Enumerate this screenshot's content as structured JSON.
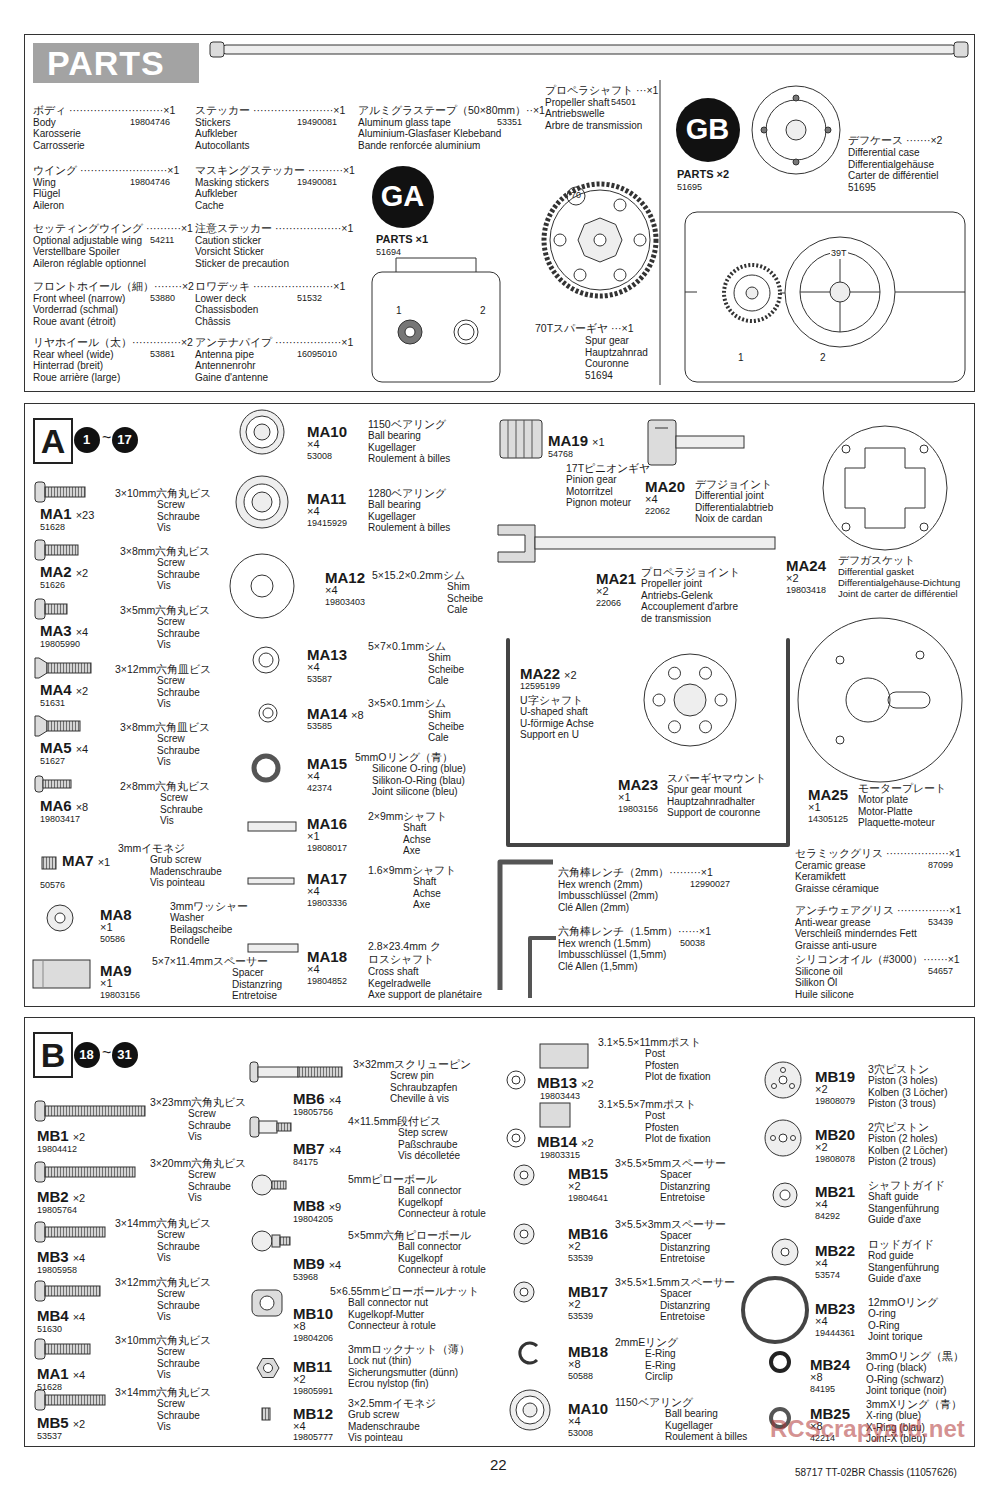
{
  "diagram": {
    "nodes": [
      {
        "text": [
          "PARTS"
        ]
      },
      {
        "text": [
          "GA"
        ],
        "in": 0
      },
      {
        "text": [
          "GB"
        ],
        "in": 0
      },
      {
        "text": [
          "A"
        ]
      },
      {
        "text": [
          "1"
        ],
        "in": 3
      },
      {
        "text": [
          "17"
        ],
        "in": 3
      },
      {
        "text": [
          "B"
        ]
      },
      {
        "text": [
          "18"
        ],
        "in": 6
      },
      {
        "text": [
          "31"
        ],
        "in": 6
      }
    ],
    "labels": [
      "ボディ ···························×1",
      "Body",
      "Karosserie",
      "Carrosserie",
      "19804746",
      "ウイング ·························×1",
      "Wing",
      "Flügel",
      "Aileron",
      "19804746",
      "セッティングウイング ··········×1",
      "Optional adjustable wing",
      "Verstellbare Spoiler",
      "Aileron réglable optionnel",
      "54211",
      "フロントホイール（細）········×2",
      "Front wheel (narrow)",
      "Vorderrad (schmal)",
      "Roue avant (étroit)",
      "53880",
      "リヤホイール（太）··············×2",
      "Rear wheel (wide)",
      "Hinterrad (breit)",
      "Roue arrière (large)",
      "53881",
      "ステッカー ·······················×1",
      "Stickers",
      "Aufkleber",
      "Autocollants",
      "19490081",
      "マスキングステッカー ··········×1",
      "Masking stickers",
      "Aufkleber",
      "Cache",
      "19490081",
      "注意ステッカー ···················×1",
      "Caution sticker",
      "Vorsicht Sticker",
      "Sticker de precaution",
      "ロワデッキ ·······················×1",
      "Lower deck",
      "Chassisboden",
      "Châssis",
      "51532",
      "アンテナパイプ ···················×1",
      "Antenna pipe",
      "Antennenrohr",
      "Gaine d'antenne",
      "16095010",
      "アルミグラステープ（50×80mm）··×1",
      "Aluminum glass tape",
      "Aluminium-Glasfaser Klebeband",
      "Bande renforcée aluminium",
      "53351",
      "プロペラシャフト ···×1",
      "Propeller shaft",
      "Antriebswelle",
      "Arbre de transmission",
      "54501",
      "PARTS ×1",
      "51694",
      "1",
      "2",
      "70",
      "70Tスパーギヤ ···×1",
      "Spur gear",
      "Hauptzahnrad",
      "Couronne",
      "51694",
      "PARTS ×2",
      "51695",
      "デフケース ·······×2",
      "Differential case",
      "Differentialgehäuse",
      "Carter de différentiel",
      "51695",
      "39T",
      "1",
      "2",
      "~",
      "MA1",
      "×23",
      "51628",
      "3×10mm六角丸ビス",
      "Screw",
      "Schraube",
      "Vis",
      "MA2",
      "×2",
      "51626",
      "3×8mm六角丸ビス",
      "Screw",
      "Schraube",
      "Vis",
      "MA3",
      "×4",
      "19805990",
      "3×5mm六角丸ビス",
      "Screw",
      "Schraube",
      "Vis",
      "MA4",
      "×2",
      "51631",
      "3×12mm六角皿ビス",
      "Screw",
      "Schraube",
      "Vis",
      "MA5",
      "×4",
      "51627",
      "3×8mm六角皿ビス",
      "Screw",
      "Schraube",
      "Vis",
      "MA6",
      "×8",
      "19803417",
      "2×8mm六角丸ビス",
      "Screw",
      "Schraube",
      "Vis",
      "MA7",
      "×1",
      "50576",
      "3mmイモネジ",
      "Grub screw",
      "Madenschraube",
      "Vis pointeau",
      "MA8",
      "×1",
      "50586",
      "3mmワッシャー",
      "Washer",
      "Beilagscheibe",
      "Rondelle",
      "MA9",
      "×1",
      "19803156",
      "5×7×11.4mmスペーサー",
      "Spacer",
      "Distanzring",
      "Entretoise",
      "MA10",
      "×4",
      "53008",
      "1150ベアリング",
      "Ball bearing",
      "Kugellager",
      "Roulement à billes",
      "MA11",
      "×4",
      "19415929",
      "1280ベアリング",
      "Ball bearing",
      "Kugellager",
      "Roulement à billes",
      "MA12",
      "×4",
      "19803403",
      "5×15.2×0.2mmシム",
      "Shim",
      "Scheibe",
      "Cale",
      "MA13",
      "×4",
      "53587",
      "5×7×0.1mmシム",
      "Shim",
      "Scheibe",
      "Cale",
      "MA14",
      "×8",
      "53585",
      "3×5×0.1mmシム",
      "Shim",
      "Scheibe",
      "Cale",
      "MA15",
      "×4",
      "42374",
      "5mmOリング（青）",
      "Silicone O-ring (blue)",
      "Silikon-O-Ring (blau)",
      "Joint silicone (bleu)",
      "MA16",
      "×1",
      "19808017",
      "2×9mmシャフト",
      "Shaft",
      "Achse",
      "Axe",
      "MA17",
      "×4",
      "19803336",
      "1.6×9mmシャフト",
      "Shaft",
      "Achse",
      "Axe",
      "MA18",
      "×4",
      "19804852",
      "2.8×23.4mm クロスシャフト",
      "Cross shaft",
      "Kegelradwelle",
      "Axe support de planétaire",
      "MA19",
      "×1",
      "54768",
      "17Tピニオンギヤ",
      "Pinion gear",
      "Motorritzel",
      "Pignon moteur",
      "MA20",
      "×4",
      "22062",
      "デフジョイント",
      "Differential joint",
      "Differentialabtrieb",
      "Noix de cardan",
      "MA21",
      "×2",
      "22066",
      "プロペラジョイント",
      "Propeller joint",
      "Antriebs-Gelenk",
      "Accouplement d'arbre de transmission",
      "MA22",
      "×2",
      "12595199",
      "U字シャフト",
      "U-shaped shaft",
      "U-förmige Achse",
      "Support en U",
      "MA23",
      "×1",
      "19803156",
      "スパーギヤマウント",
      "Spur gear mount",
      "Hauptzahnradhalter",
      "Support de couronne",
      "MA24",
      "×2",
      "19803418",
      "デフガスケット",
      "Differential gasket",
      "Differentialgehäuse-Dichtung",
      "Joint de carter de différentiel",
      "MA25",
      "×1",
      "14305125",
      "モータープレート",
      "Motor plate",
      "Motor-Platte",
      "Plaquette-moteur",
      "六角棒レンチ（2mm）·········×1",
      "Hex wrench (2mm)",
      "Imbusschlüssel (2mm)",
      "Clé Allen (2mm)",
      "12990027",
      "六角棒レンチ（1.5mm）······×1",
      "Hex wrench (1.5mm)",
      "Imbusschlüssel (1,5mm)",
      "Clé Allen (1,5mm)",
      "50038",
      "セラミックグリス ··················×1",
      "Ceramic grease",
      "Keramikfett",
      "Graisse céramique",
      "87099",
      "アンチウェアグリス ···············×1",
      "Anti-wear grease",
      "Verschleiß minderndes Fett",
      "Graisse anti-usure",
      "53439",
      "シリコンオイル（#3000）·······×1",
      "Silicone oil",
      "Silikon Öl",
      "Huile silicone",
      "54657",
      "~",
      "MB1",
      "×2",
      "19804412",
      "3×23mm六角丸ビス",
      "Screw",
      "Schraube",
      "Vis",
      "MB2",
      "×2",
      "19805764",
      "3×20mm六角丸ビス",
      "Screw",
      "Schraube",
      "Vis",
      "MB3",
      "×4",
      "19805958",
      "3×14mm六角丸ビス",
      "Screw",
      "Schraube",
      "Vis",
      "MB4",
      "×4",
      "51630",
      "3×12mm六角丸ビス",
      "Screw",
      "Schraube",
      "Vis",
      "MA1",
      "×4",
      "51628",
      "3×10mm六角丸ビス",
      "Screw",
      "Schraube",
      "Vis",
      "MB5",
      "×2",
      "53537",
      "3×14mm六角丸ビス",
      "Screw",
      "Schraube",
      "Vis",
      "MB6",
      "×4",
      "19805756",
      "3×32mmスクリューピン",
      "Screw pin",
      "Schraubzapfen",
      "Cheville à vis",
      "MB7",
      "×4",
      "84175",
      "4×11.5mm段付ビス",
      "Step screw",
      "Paßschraube",
      "Vis décolletée",
      "MB8",
      "×9",
      "19804205",
      "5mmピローボール",
      "Ball connector",
      "Kugelkopf",
      "Connecteur à rotule",
      "MB9",
      "×4",
      "53968",
      "5×5mm六角ピローボール",
      "Ball connector",
      "Kugelkopf",
      "Connecteur à rotule",
      "MB10",
      "×8",
      "19804206",
      "5×6.55mmピローボールナット",
      "Ball connector nut",
      "Kugelkopf-Mutter",
      "Connecteur à rotule",
      "MB11",
      "×2",
      "19805991",
      "3mmロックナット（薄）",
      "Lock nut (thin)",
      "Sicherungsmutter (dünn)",
      "Ecrou nylstop (fin)",
      "MB12",
      "×4",
      "19805777",
      "3×2.5mmイモネジ",
      "Grub screw",
      "Madenschraube",
      "Vis pointeau",
      "MB13",
      "×2",
      "19803443",
      "3.1×5.5×11mmポスト",
      "Post",
      "Pfosten",
      "Plot de fixation",
      "MB14",
      "×2",
      "19803315",
      "3.1×5.5×7mmポスト",
      "Post",
      "Pfosten",
      "Plot de fixation",
      "MB15",
      "×2",
      "19804641",
      "3×5.5×5mmスペーサー",
      "Spacer",
      "Distanzring",
      "Entretoise",
      "MB16",
      "×2",
      "53539",
      "3×5.5×3mmスペーサー",
      "Spacer",
      "Distanzring",
      "Entretoise",
      "MB17",
      "×2",
      "53539",
      "3×5.5×1.5mmスペーサー",
      "Spacer",
      "Distanzring",
      "Entretoise",
      "MB18",
      "×8",
      "50588",
      "2mmEリング",
      "E-Ring",
      "E-Ring",
      "Circlip",
      "MA10",
      "×4",
      "53008",
      "1150ベアリング",
      "Ball bearing",
      "Kugellager",
      "Roulement à billes",
      "MB19",
      "×2",
      "19808079",
      "3穴ピストン",
      "Piston (3 holes)",
      "Kolben (3 Löcher)",
      "Piston (3 trous)",
      "MB20",
      "×2",
      "19808078",
      "2穴ピストン",
      "Piston (2 holes)",
      "Kolben (2 Löcher)",
      "Piston (2 trous)",
      "MB21",
      "×4",
      "84292",
      "シャフトガイド",
      "Shaft guide",
      "Stangenführung",
      "Guide d'axe",
      "MB22",
      "×4",
      "53574",
      "ロッドガイド",
      "Rod guide",
      "Stangenführung",
      "Guide d'axe",
      "MB23",
      "×4",
      "19444361",
      "12mmOリング",
      "O-ring",
      "O-Ring",
      "Joint torique",
      "MB24",
      "×8",
      "84195",
      "3mmOリング（黒）",
      "O-ring (black)",
      "O-Ring (schwarz)",
      "Joint torique (noir)",
      "MB25",
      "×8",
      "42214",
      "3mmXリング（青）",
      "X-ring (blue)",
      "X-Ring (blau)",
      "Joint-X (bleu)",
      "22",
      "58717 TT-02BR Chassis (11057626)",
      "RCScrapyard.net"
    ]
  }
}
